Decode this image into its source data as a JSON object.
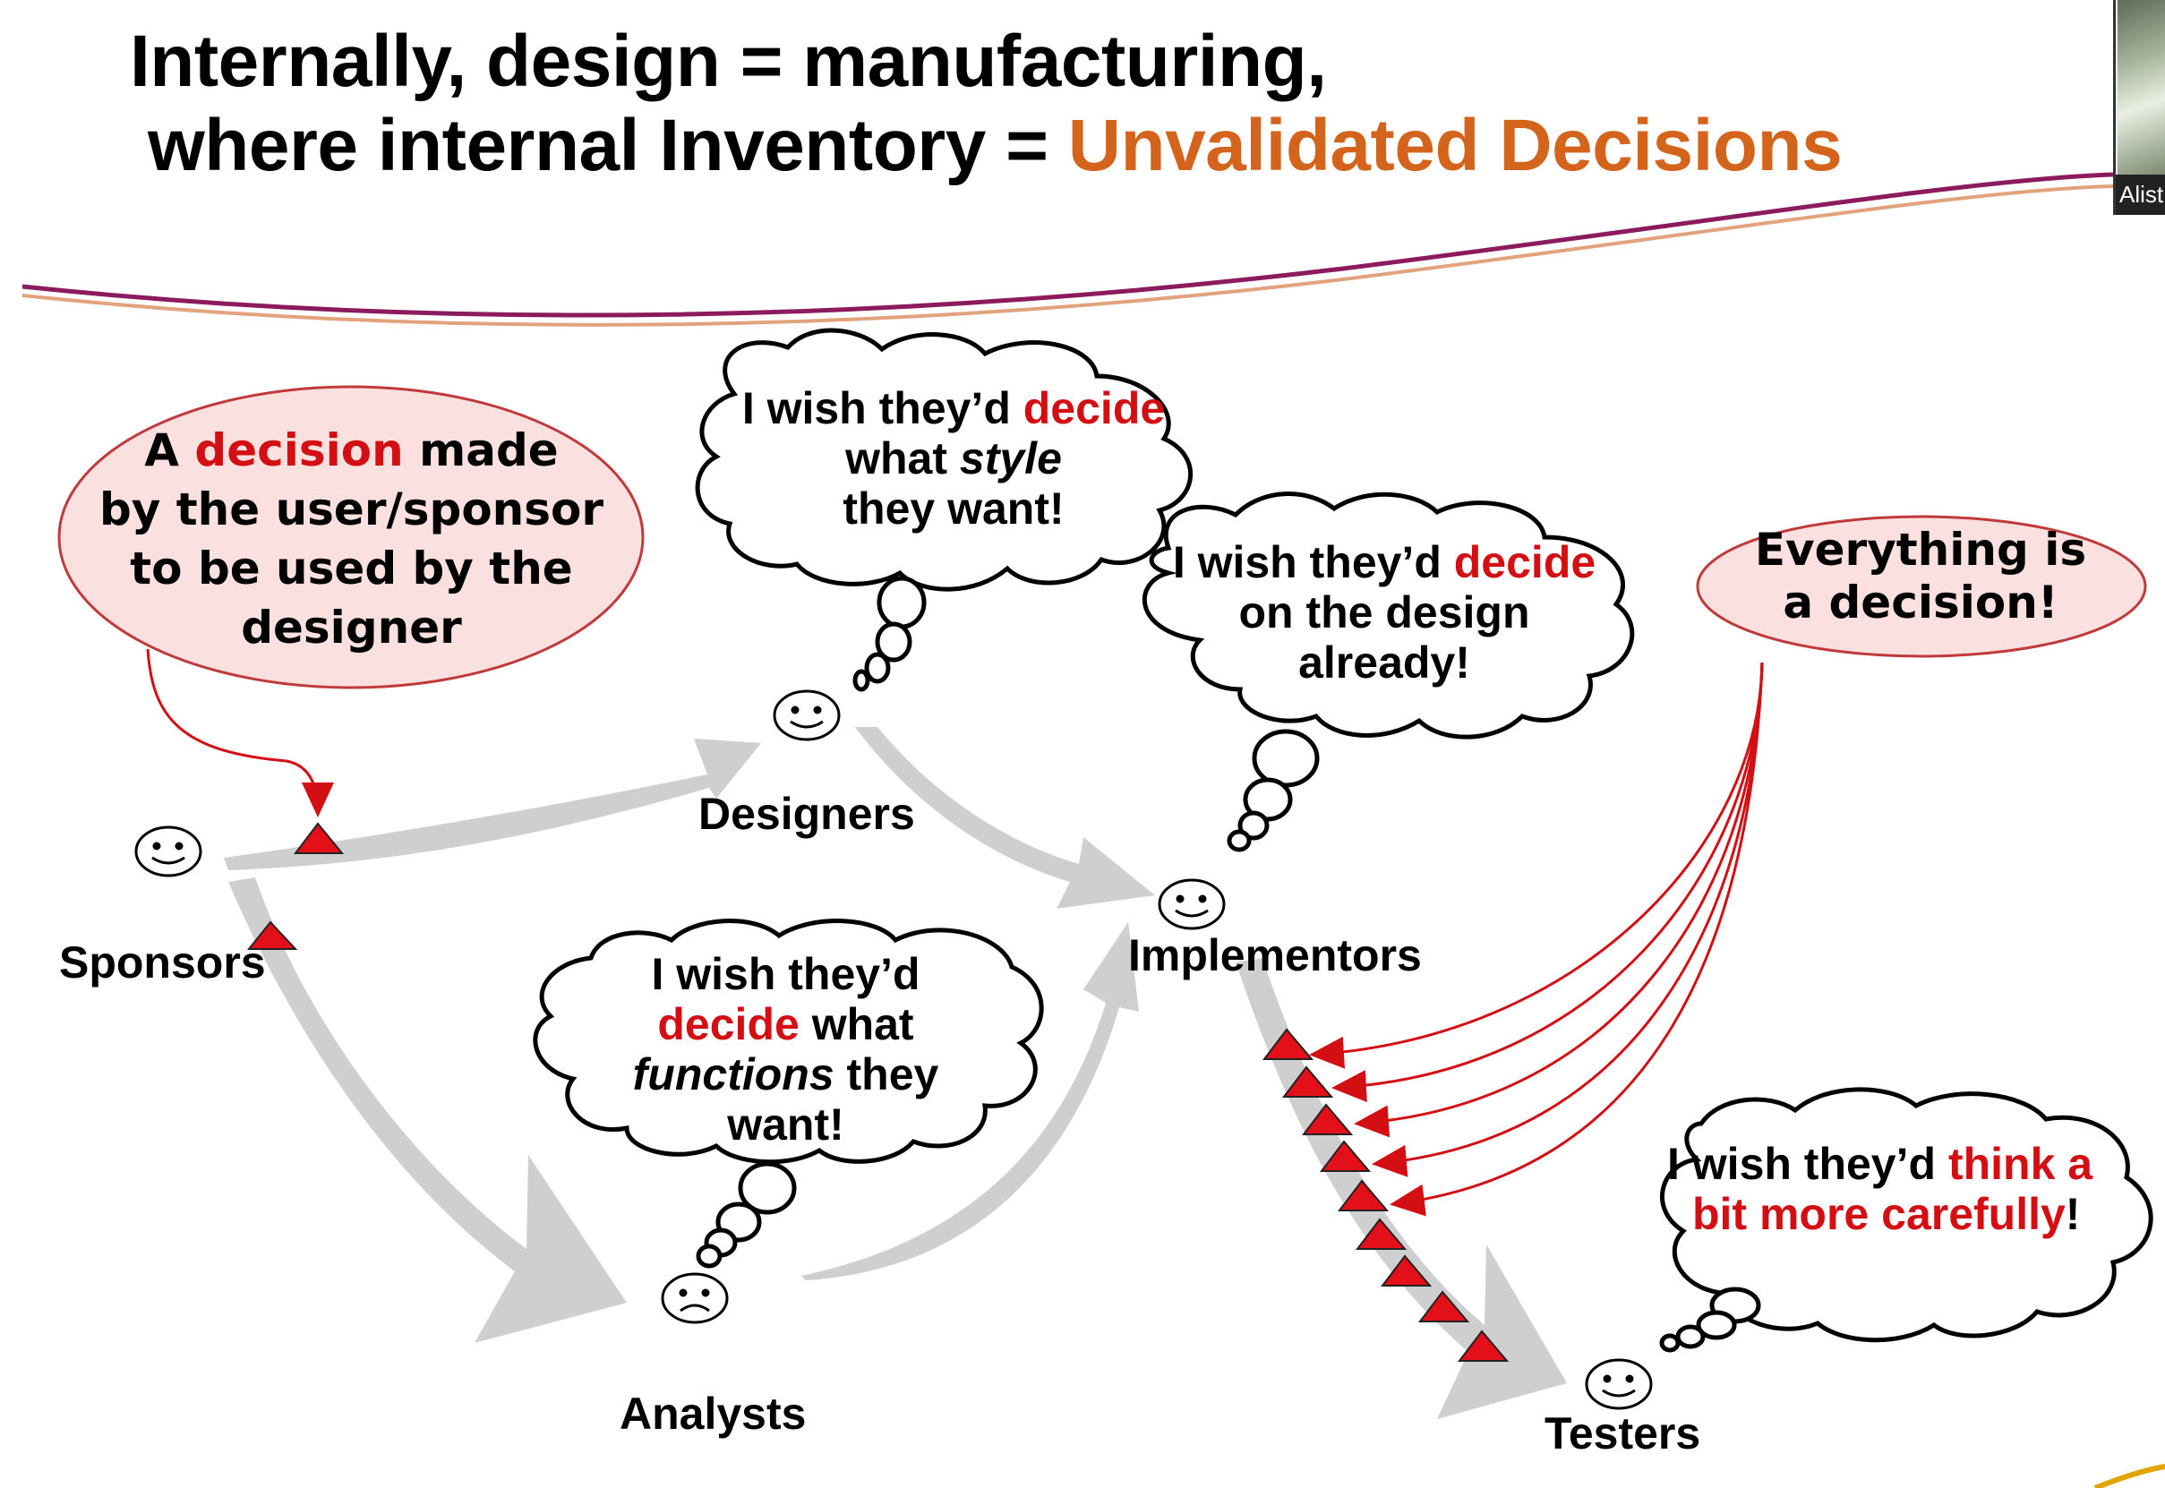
{
  "title": {
    "line1": "Internally, design = manufacturing,",
    "line2_prefix": "where internal Inventory = ",
    "line2_highlight": "Unvalidated Decisions"
  },
  "colors": {
    "highlight": "#d4641c",
    "decision_red": "#d40f14",
    "callout_fill": "#fbe0e0",
    "callout_border": "#c0393b",
    "arrow_grey": "#cfcfcf",
    "swoosh": "#8b1a5e"
  },
  "roles": {
    "sponsors": "Sponsors",
    "designers": "Designers",
    "analysts": "Analysts",
    "implementors": "Implementors",
    "testers": "Testers"
  },
  "callouts": {
    "decision_by_sponsor": {
      "part1": "A ",
      "word": "decision",
      "part2": " made",
      "line2": "by the user/sponsor",
      "line3": "to be used by the",
      "line4": "designer"
    },
    "everything": {
      "line1": "Everything is",
      "line2": "a decision!"
    }
  },
  "thoughts": {
    "designers": {
      "prefix": "I wish they’d ",
      "red": "decide",
      "line2_prefix": "what ",
      "line2_italic": "style",
      "line3": "they want!"
    },
    "implementors": {
      "prefix": "I wish they’d ",
      "red": "decide",
      "line2": "on the design",
      "line3": "already!"
    },
    "analysts": {
      "line1": "I wish they’d",
      "red": "decide",
      "line2_suffix": " what",
      "line3_italic": "functions",
      "line3_suffix": " they",
      "line4": "want!"
    },
    "testers": {
      "prefix": "I wish they’d ",
      "red": "think a",
      "red2": "bit more carefully",
      "suffix": "!"
    }
  },
  "webcam": {
    "name": "Alist"
  }
}
